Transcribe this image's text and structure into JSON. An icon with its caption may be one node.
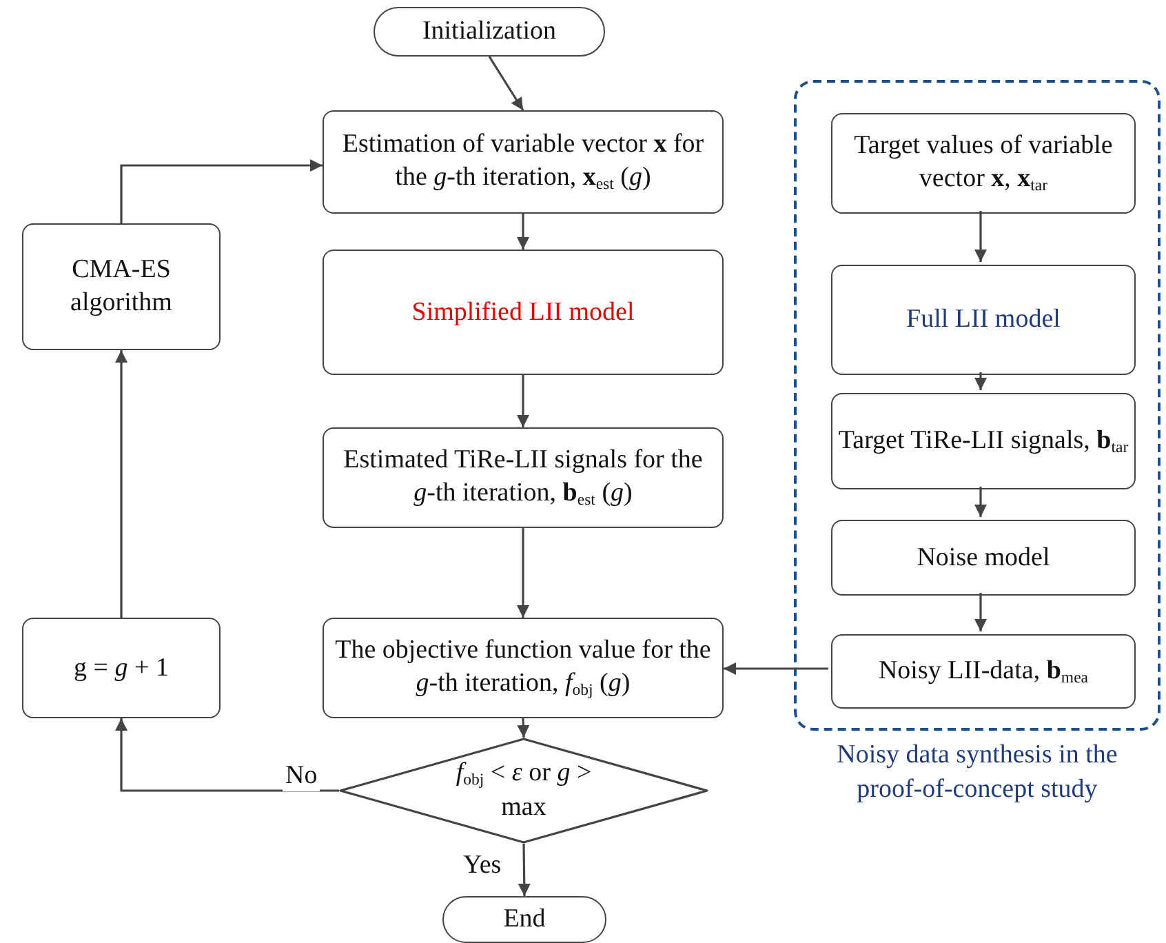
{
  "diagram": {
    "nodes": [
      {
        "text": [
          "Initialization"
        ]
      },
      {
        "text": [
          "Estimation of variable vector **x** for the *g*-th iteration, **x**$_{est}$ (*g*)"
        ]
      },
      {
        "text": [
          "Simplified LII model"
        ]
      },
      {
        "text": [
          "Estimated TiRe-LII signals for the *g*-th iteration, **b**$_{est}$ (*g*)"
        ]
      },
      {
        "text": [
          "The objective function value for the *g*-th iteration, *f*$_{obj}$ (*g*)"
        ]
      },
      {
        "text": [
          "*f*$_{obj}$ < *ε* or *g* > max"
        ]
      },
      {
        "text": [
          "End"
        ]
      },
      {
        "text": [
          "CMA-ES algorithm"
        ]
      },
      {
        "text": [
          "g = *g* + 1"
        ]
      },
      {
        "text": [
          "Noisy data synthesis in the proof-of-concept study"
        ]
      },
      {
        "text": [
          "Target values of variable vector **x**, **x**$_{tar}$"
        ],
        "in": 9
      },
      {
        "text": [
          "Full LII model"
        ],
        "in": 9
      },
      {
        "text": [
          "Target TiRe-LII signals, **b**$_{tar}$"
        ],
        "in": 9
      },
      {
        "text": [
          "Noise model"
        ],
        "in": 9
      },
      {
        "text": [
          "Noisy LII-data, **b**$_{mea}$"
        ],
        "in": 9
      }
    ],
    "edges": [
      {
        "from": 0,
        "to": 1,
        "arrow": "to"
      },
      {
        "from": 1,
        "to": 2,
        "arrow": "to"
      },
      {
        "from": 2,
        "to": 3,
        "arrow": "to"
      },
      {
        "from": 3,
        "to": 4,
        "arrow": "to"
      },
      {
        "from": 4,
        "to": 5,
        "arrow": "to"
      },
      {
        "from": 5,
        "to": 6,
        "arrow": "to",
        "label": "Yes"
      },
      {
        "from": 5,
        "to": 8,
        "arrow": "to",
        "label": "No"
      },
      {
        "from": 8,
        "to": 7,
        "arrow": "to"
      },
      {
        "from": 7,
        "to": 1,
        "arrow": "to"
      },
      {
        "from": 10,
        "to": 11,
        "arrow": "to"
      },
      {
        "from": 11,
        "to": 12,
        "arrow": "to"
      },
      {
        "from": 12,
        "to": 13,
        "arrow": "to"
      },
      {
        "from": 13,
        "to": 14,
        "arrow": "to"
      },
      {
        "from": 14,
        "to": 4,
        "arrow": "to"
      }
    ]
  }
}
